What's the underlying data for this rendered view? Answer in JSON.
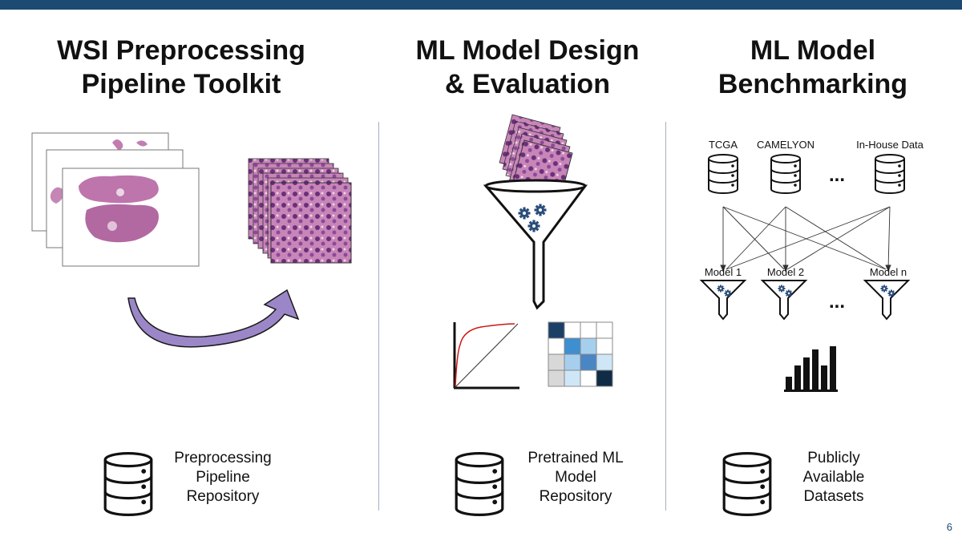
{
  "sections": [
    {
      "title_line1": "WSI Preprocessing",
      "title_line2": "Pipeline Toolkit",
      "caption": [
        "Preprocessing",
        "Pipeline",
        "Repository"
      ]
    },
    {
      "title_line1": "ML Model Design",
      "title_line2": "& Evaluation",
      "caption": [
        "Pretrained ML",
        "Model",
        "Repository"
      ]
    },
    {
      "title_line1": "ML Model",
      "title_line2": "Benchmarking",
      "caption": [
        "Publicly",
        "Available",
        "Datasets"
      ]
    }
  ],
  "benchmark": {
    "datasets": [
      "TCGA",
      "CAMELYON",
      "In-House Data"
    ],
    "models": [
      "Model 1",
      "Model 2",
      "Model n"
    ],
    "ellipsis": "..."
  },
  "page_number": "6",
  "colors": {
    "top_bar": "#1c4a72",
    "arrow": "#9b87c8",
    "gear": "#2a4d7a",
    "roc_curve": "#d01515",
    "tissue": "#b25d9e"
  }
}
